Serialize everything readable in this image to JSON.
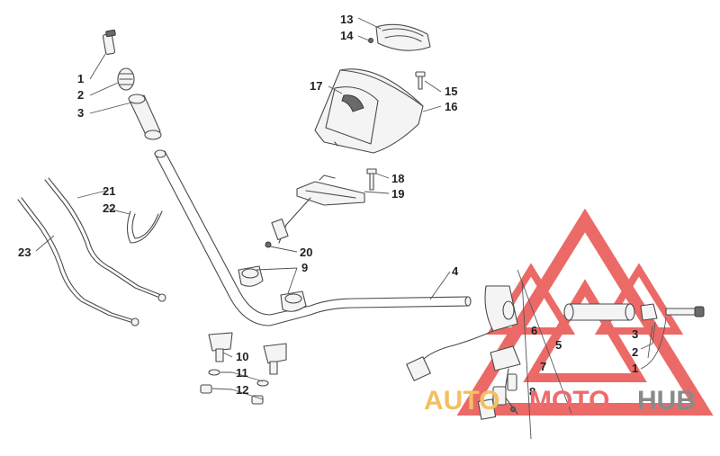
{
  "callouts": [
    {
      "id": "c1a",
      "text": "1"
    },
    {
      "id": "c2a",
      "text": "2"
    },
    {
      "id": "c3a",
      "text": "3"
    },
    {
      "id": "c4",
      "text": "4"
    },
    {
      "id": "c5",
      "text": "5"
    },
    {
      "id": "c6",
      "text": "6"
    },
    {
      "id": "c7",
      "text": "7"
    },
    {
      "id": "c8",
      "text": "8"
    },
    {
      "id": "c9",
      "text": "9"
    },
    {
      "id": "c10",
      "text": "10"
    },
    {
      "id": "c11",
      "text": "11"
    },
    {
      "id": "c12",
      "text": "12"
    },
    {
      "id": "c13",
      "text": "13"
    },
    {
      "id": "c14",
      "text": "14"
    },
    {
      "id": "c15",
      "text": "15"
    },
    {
      "id": "c16",
      "text": "16"
    },
    {
      "id": "c17",
      "text": "17"
    },
    {
      "id": "c18",
      "text": "18"
    },
    {
      "id": "c19",
      "text": "19"
    },
    {
      "id": "c20",
      "text": "20"
    },
    {
      "id": "c21",
      "text": "21"
    },
    {
      "id": "c22",
      "text": "22"
    },
    {
      "id": "c23",
      "text": "23"
    },
    {
      "id": "c3b",
      "text": "3"
    },
    {
      "id": "c2b",
      "text": "2"
    },
    {
      "id": "c1b",
      "text": "1"
    }
  ],
  "watermark": {
    "word_auto": "AUTO",
    "word_moto": "MOTO",
    "word_hub": "HUB",
    "color_auto": "#f2c063",
    "color_moto": "#ef6b6b",
    "color_hub": "#8a8a8a",
    "logo_color": "#e53935"
  }
}
